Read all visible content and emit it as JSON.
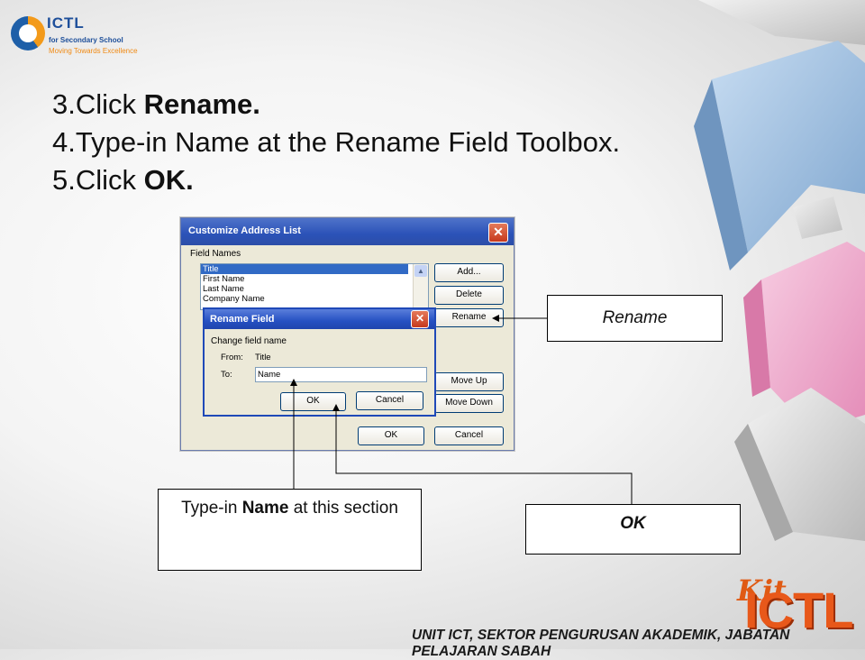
{
  "logo": {
    "name": "ICTL",
    "subtitle": "for Secondary School",
    "tagline": "Moving Towards Excellence"
  },
  "steps": [
    {
      "prefix": "3.Click ",
      "bold": "Rename.",
      "suffix": ""
    },
    {
      "prefix": "4.Type-in Name at the Rename Field Toolbox.",
      "bold": "",
      "suffix": ""
    },
    {
      "prefix": "5.Click ",
      "bold": "OK.",
      "suffix": ""
    }
  ],
  "customize_dialog": {
    "title": "Customize Address List",
    "field_names_label": "Field Names",
    "field_names": [
      "Title",
      "First Name",
      "Last Name",
      "Company Name"
    ],
    "selected_field": "Title",
    "buttons": {
      "add": "Add...",
      "delete": "Delete",
      "rename": "Rename",
      "move_up": "Move Up",
      "move_down": "Move Down",
      "ok": "OK",
      "cancel": "Cancel"
    }
  },
  "rename_dialog": {
    "title": "Rename Field",
    "heading": "Change field name",
    "from_label": "From:",
    "from_value": "Title",
    "to_label": "To:",
    "to_value": "Name",
    "buttons": {
      "ok": "OK",
      "cancel": "Cancel"
    }
  },
  "callouts": {
    "rename": "Rename",
    "name_prefix": "Type-in ",
    "name_bold": "Name",
    "name_suffix": " at this section",
    "ok": "OK"
  },
  "brand": {
    "kit": "Kit",
    "ictl": "ICTL"
  },
  "footer": "UNIT ICT, SEKTOR PENGURUSAN AKADEMIK, JABATAN PELAJARAN SABAH",
  "colors": {
    "title_bar": "#2b52b8",
    "selection": "#316ac5",
    "accent_orange": "#e8581a"
  }
}
